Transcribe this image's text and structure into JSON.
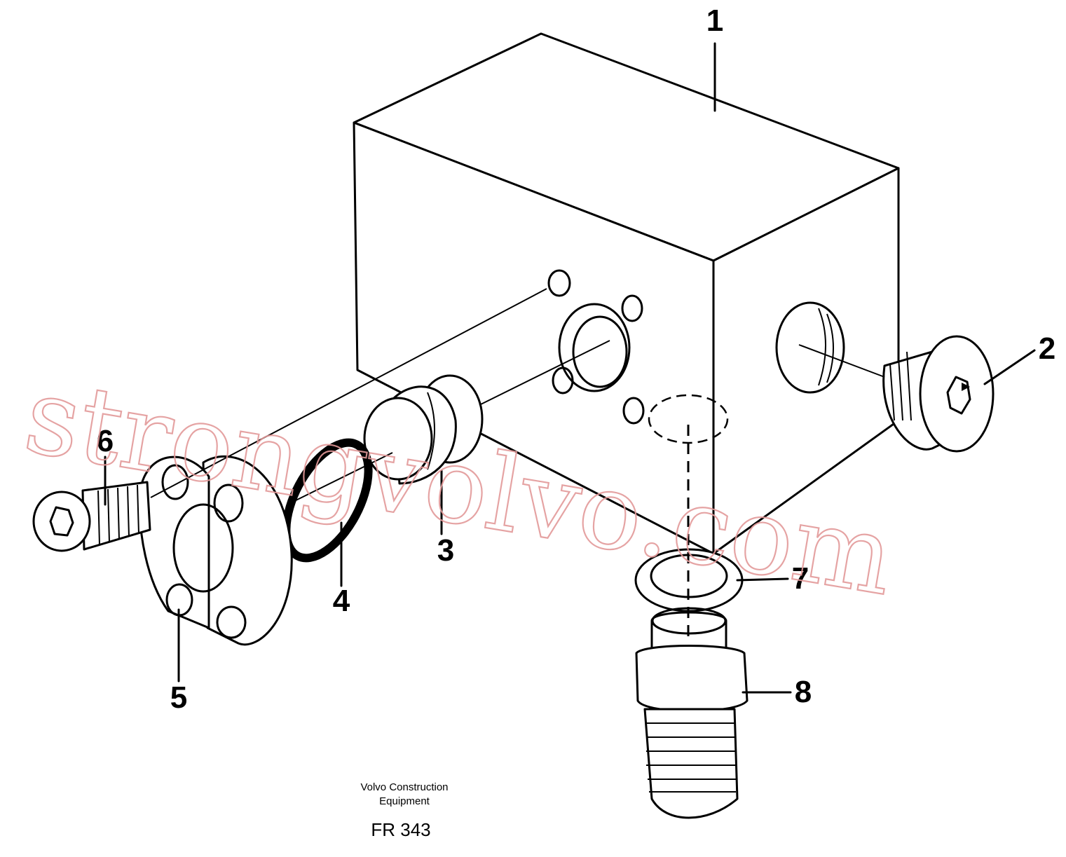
{
  "callouts": {
    "c1": "1",
    "c2": "2",
    "c3": "3",
    "c4": "4",
    "c5": "5",
    "c6": "6",
    "c7": "7",
    "c8": "8"
  },
  "credit": {
    "line1": "Volvo Construction",
    "line2": "Equipment"
  },
  "figure_code": "FR 343",
  "watermark": "strongvolvo.com"
}
